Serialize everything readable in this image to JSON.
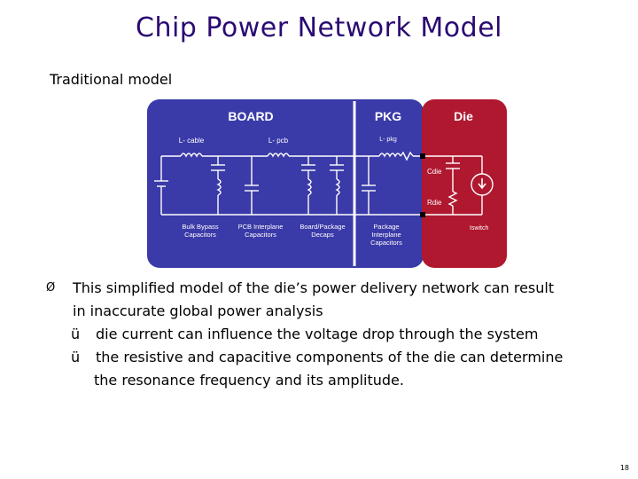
{
  "slide": {
    "title": "Chip Power Network Model",
    "subtitle": "Traditional model",
    "page_number": "18"
  },
  "diagram": {
    "sections": {
      "board": "BOARD",
      "pkg": "PKG",
      "die": "Die"
    },
    "labels": {
      "l_cable": "L- cable",
      "l_pcb": "L- pcb",
      "l_pkg": "L- pkg",
      "cdie": "Cdie",
      "rdie": "Rdie",
      "iswitch": "Iswitch"
    },
    "captions": {
      "bulk_1": "Bulk Bypass",
      "bulk_2": "Capacitors",
      "pcb_1": "PCB Interplane",
      "pcb_2": "Capacitors",
      "decap_1": "Board/Package",
      "decap_2": "Decaps",
      "pkg_1": "Package",
      "pkg_2": "Interplane",
      "pkg_3": "Capacitors"
    },
    "colors": {
      "board_bg": "#3a3aa8",
      "die_bg": "#b01830",
      "line": "#ffffff"
    }
  },
  "bullets": {
    "main_marker": "Ø",
    "main_line1": "This simplified model of the die’s power delivery network can result",
    "main_line2": "in inaccurate global power analysis",
    "check_marker": "ü",
    "sub1": "die current can influence the voltage drop through the system",
    "sub2_line1": "the resistive and capacitive components of the die can determine",
    "sub2_line2": "the resonance frequency and its amplitude."
  }
}
